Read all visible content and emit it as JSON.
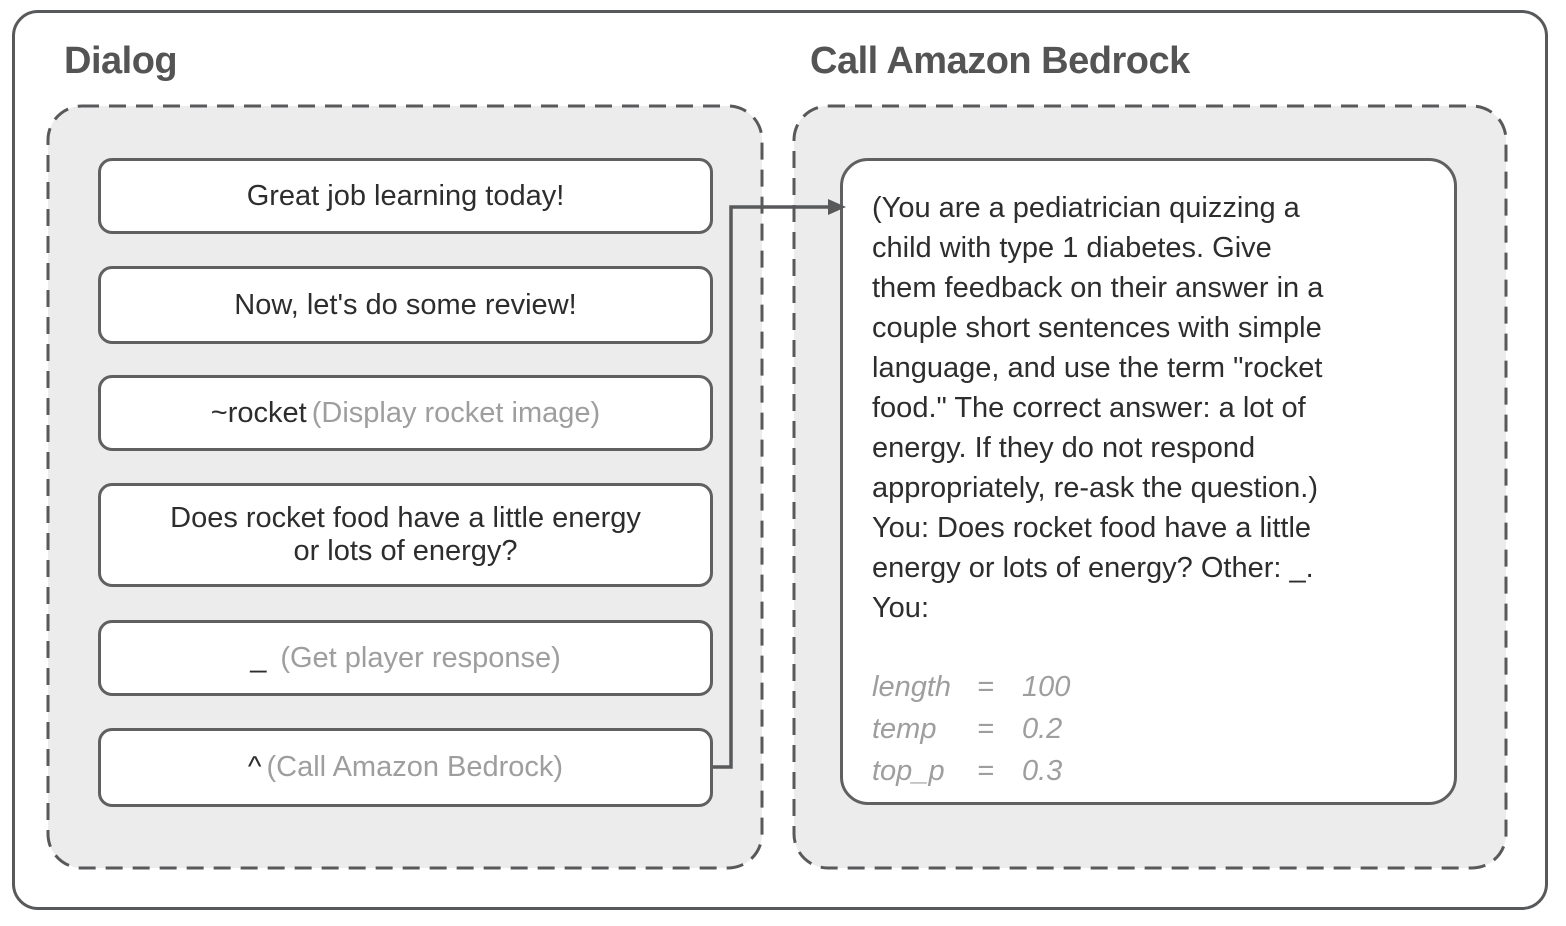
{
  "titles": {
    "dialog": "Dialog",
    "bedrock": "Call Amazon Bedrock"
  },
  "dialog": {
    "boxes": [
      {
        "segments": [
          {
            "text": "Great job learning today!",
            "tone": "dark"
          }
        ]
      },
      {
        "segments": [
          {
            "text": "Now, let's do some review!",
            "tone": "dark"
          }
        ]
      },
      {
        "segments": [
          {
            "text": "~rocket",
            "tone": "dark"
          },
          {
            "text": "(Display rocket image)",
            "tone": "gray"
          }
        ]
      },
      {
        "segments": [
          {
            "text": "Does rocket food have a little energy\nor lots of energy?",
            "tone": "dark"
          }
        ]
      },
      {
        "segments": [
          {
            "text": "_",
            "tone": "dark"
          },
          {
            "text": "(Get player response)",
            "tone": "gray"
          }
        ]
      },
      {
        "segments": [
          {
            "text": "^",
            "tone": "dark"
          },
          {
            "text": "(Call Amazon Bedrock)",
            "tone": "gray"
          }
        ]
      }
    ]
  },
  "bedrock": {
    "prompt_lines": [
      "(You are a pediatrician quizzing a",
      "child with type 1 diabetes. Give",
      "them feedback on their answer in a",
      "couple short sentences with simple",
      "language, and use the term \"rocket",
      "food.\" The correct answer: a lot of",
      "energy. If they do not respond",
      "appropriately, re-ask the question.)",
      "You: Does rocket food have a little",
      "energy or lots of energy? Other: _.",
      "You:"
    ],
    "eq": "=",
    "params": [
      {
        "name": "length",
        "value": "100"
      },
      {
        "name": "temp",
        "value": "0.2"
      },
      {
        "name": "top_p",
        "value": "0.3"
      }
    ]
  },
  "colors": {
    "border_gray": "#58595b",
    "box_border": "#606060",
    "panel_fill": "#ececec",
    "dark_text": "#2d2d2d",
    "gray_text": "#9e9e9e",
    "title_text": "#545454",
    "white": "#ffffff"
  }
}
